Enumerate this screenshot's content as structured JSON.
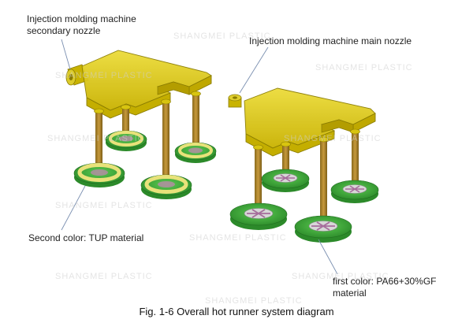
{
  "labels": {
    "secondary_nozzle": "Injection molding machine secondary nozzle",
    "main_nozzle": "Injection molding machine main nozzle",
    "second_color": "Second color: TUP material",
    "first_color": "first color: PA66+30%GF material"
  },
  "caption": "Fig. 1-6 Overall hot runner system diagram",
  "watermark": "SHANGMEI PLASTIC",
  "colors": {
    "manifold": "#d9c400",
    "manifold_edge": "#8a7c00",
    "nozzle": "#a07e2c",
    "ring_yellow": "#e8e27a",
    "disc_green": "#3da83a",
    "leader_line": "#7a8fb0"
  }
}
